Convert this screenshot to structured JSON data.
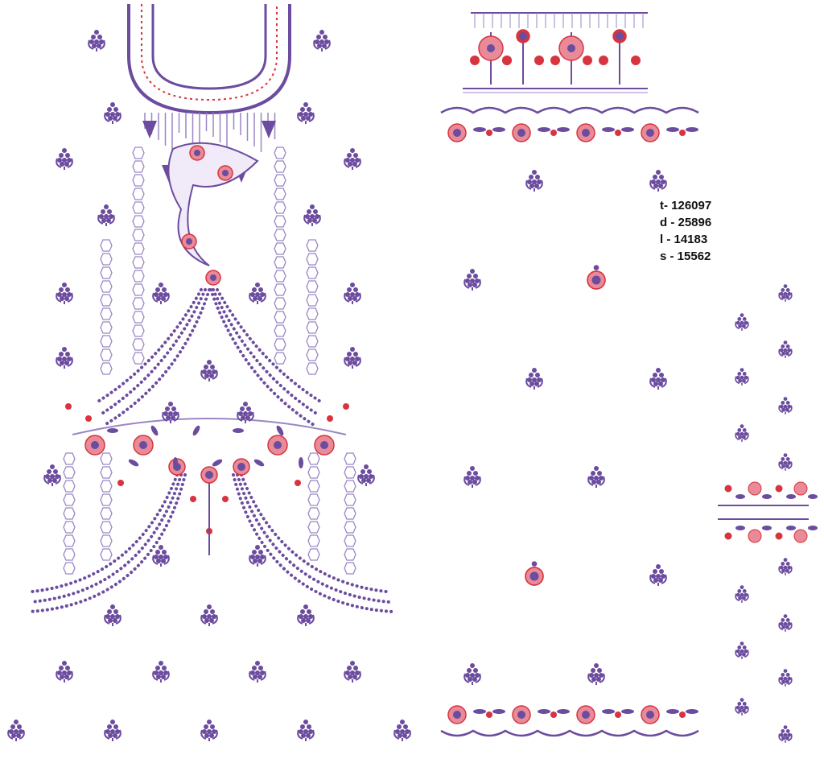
{
  "stitch_info": {
    "lines": [
      "t- 126097",
      "d - 25896",
      "l - 14183",
      "s - 15562"
    ]
  },
  "colors": {
    "purple": "#6b4c9e",
    "light_purple": "#9b86c4",
    "pink": "#e88a98",
    "red": "#d8343f"
  }
}
